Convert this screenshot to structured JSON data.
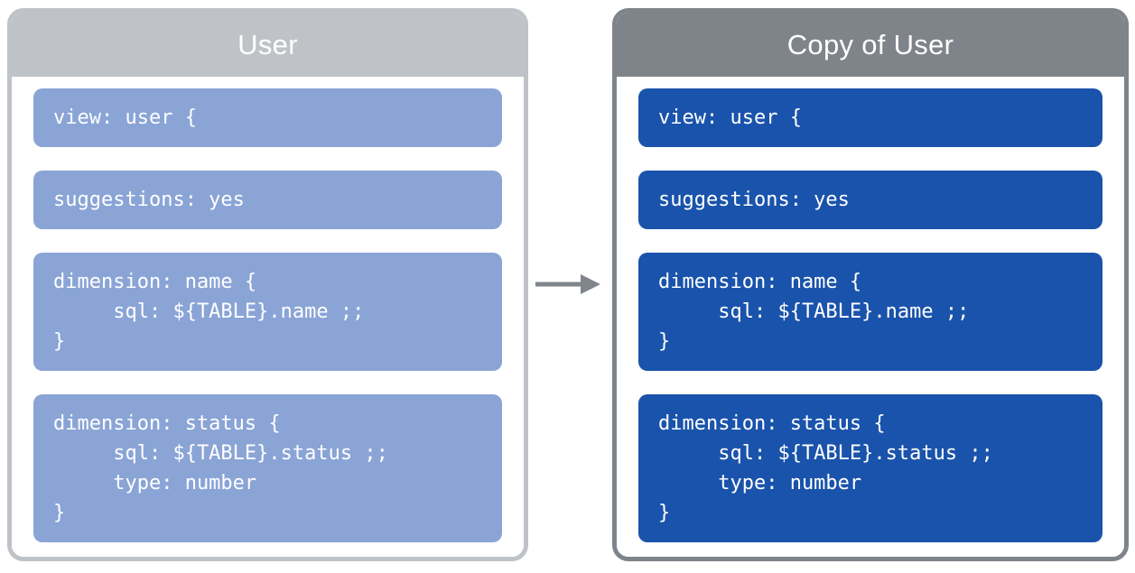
{
  "panels": [
    {
      "id": "user",
      "title": "User",
      "header_color": "#BFC3C7",
      "border_color": "#BFC3C7",
      "block_color": "#8AA4D6",
      "code_text_color": "#FFFFFF",
      "blocks": [
        {
          "lines": [
            "view: user {"
          ]
        },
        {
          "lines": [
            "suggestions: yes"
          ]
        },
        {
          "lines": [
            "dimension: name {",
            "     sql: ${TABLE}.name ;;",
            "}"
          ]
        },
        {
          "lines": [
            "dimension: status {",
            "     sql: ${TABLE}.status ;;",
            "     type: number",
            "}"
          ]
        }
      ]
    },
    {
      "id": "copy-of-user",
      "title": "Copy of User",
      "header_color": "#7F848A",
      "border_color": "#7F848A",
      "block_color": "#1A53AB",
      "code_text_color": "#FFFFFF",
      "blocks": [
        {
          "lines": [
            "view: user {"
          ]
        },
        {
          "lines": [
            "suggestions: yes"
          ]
        },
        {
          "lines": [
            "dimension: name {",
            "     sql: ${TABLE}.name ;;",
            "}"
          ]
        },
        {
          "lines": [
            "dimension: status {",
            "     sql: ${TABLE}.status ;;",
            "     type: number",
            "}"
          ]
        }
      ]
    }
  ],
  "arrow": {
    "direction": "right",
    "color": "#80858B"
  }
}
